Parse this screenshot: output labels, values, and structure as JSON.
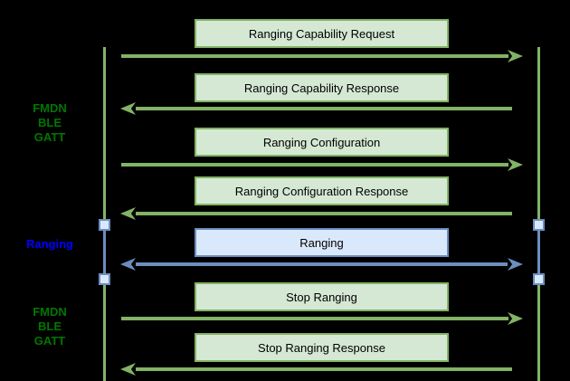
{
  "colors": {
    "background": "#000000",
    "green_stroke": "#82b366",
    "green_fill": "#d5e8d4",
    "blue_stroke": "#6c8ebf",
    "blue_fill": "#dae8fc",
    "phase_green_text": "#007700",
    "phase_blue_text": "#0000ff",
    "box_text": "#000000"
  },
  "phases": [
    {
      "style": "green",
      "lines": [
        "FMDN",
        "BLE",
        "GATT"
      ]
    },
    {
      "style": "blue",
      "lines": [
        "Ranging"
      ]
    },
    {
      "style": "green",
      "lines": [
        "FMDN",
        "BLE",
        "GATT"
      ]
    }
  ],
  "messages": [
    {
      "label": "Ranging Capability Request",
      "direction": "right",
      "style": "green"
    },
    {
      "label": "Ranging Capability Response",
      "direction": "left",
      "style": "green"
    },
    {
      "label": "Ranging Configuration",
      "direction": "right",
      "style": "green"
    },
    {
      "label": "Ranging Configuration Response",
      "direction": "left",
      "style": "green"
    },
    {
      "label": "Ranging",
      "direction": "both",
      "style": "blue"
    },
    {
      "label": "Stop Ranging",
      "direction": "right",
      "style": "green"
    },
    {
      "label": "Stop Ranging Response",
      "direction": "left",
      "style": "green"
    }
  ]
}
